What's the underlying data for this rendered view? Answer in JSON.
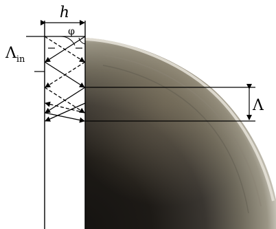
{
  "figure": {
    "labels": {
      "thickness": "h",
      "angle": "φ",
      "input_period": "Λ",
      "input_period_subscript": "in",
      "output_period": "Λ"
    },
    "colors": {
      "line": "#000000",
      "background": "#ffffff",
      "photo_rim": "#d9d6cc",
      "photo_mid": "#6f6a5c",
      "photo_dark": "#151311"
    }
  }
}
